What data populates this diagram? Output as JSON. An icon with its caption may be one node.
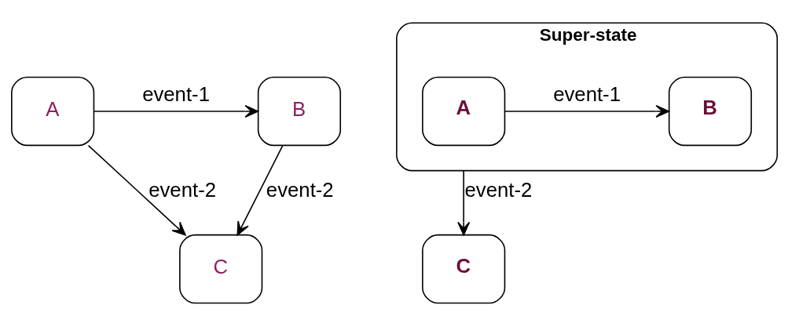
{
  "diagram": {
    "nodes": [
      {
        "text": [
          "A"
        ]
      },
      {
        "text": [
          "B"
        ]
      },
      {
        "text": [
          "C"
        ]
      },
      {
        "text": [
          "Super-state"
        ]
      },
      {
        "text": [
          "A"
        ],
        "in": 3
      },
      {
        "text": [
          "B"
        ],
        "in": 3
      },
      {
        "text": [
          "C"
        ]
      }
    ],
    "edges": [
      {
        "from": 0,
        "to": 1,
        "arrow": "to",
        "label": "event-1"
      },
      {
        "from": 0,
        "to": 2,
        "arrow": "to",
        "label": "event-2"
      },
      {
        "from": 1,
        "to": 2,
        "arrow": "to",
        "label": "event-2"
      },
      {
        "from": 4,
        "to": 5,
        "arrow": "to",
        "label": "event-1"
      },
      {
        "from": 3,
        "to": 6,
        "arrow": "to",
        "label": "event-2"
      }
    ]
  }
}
